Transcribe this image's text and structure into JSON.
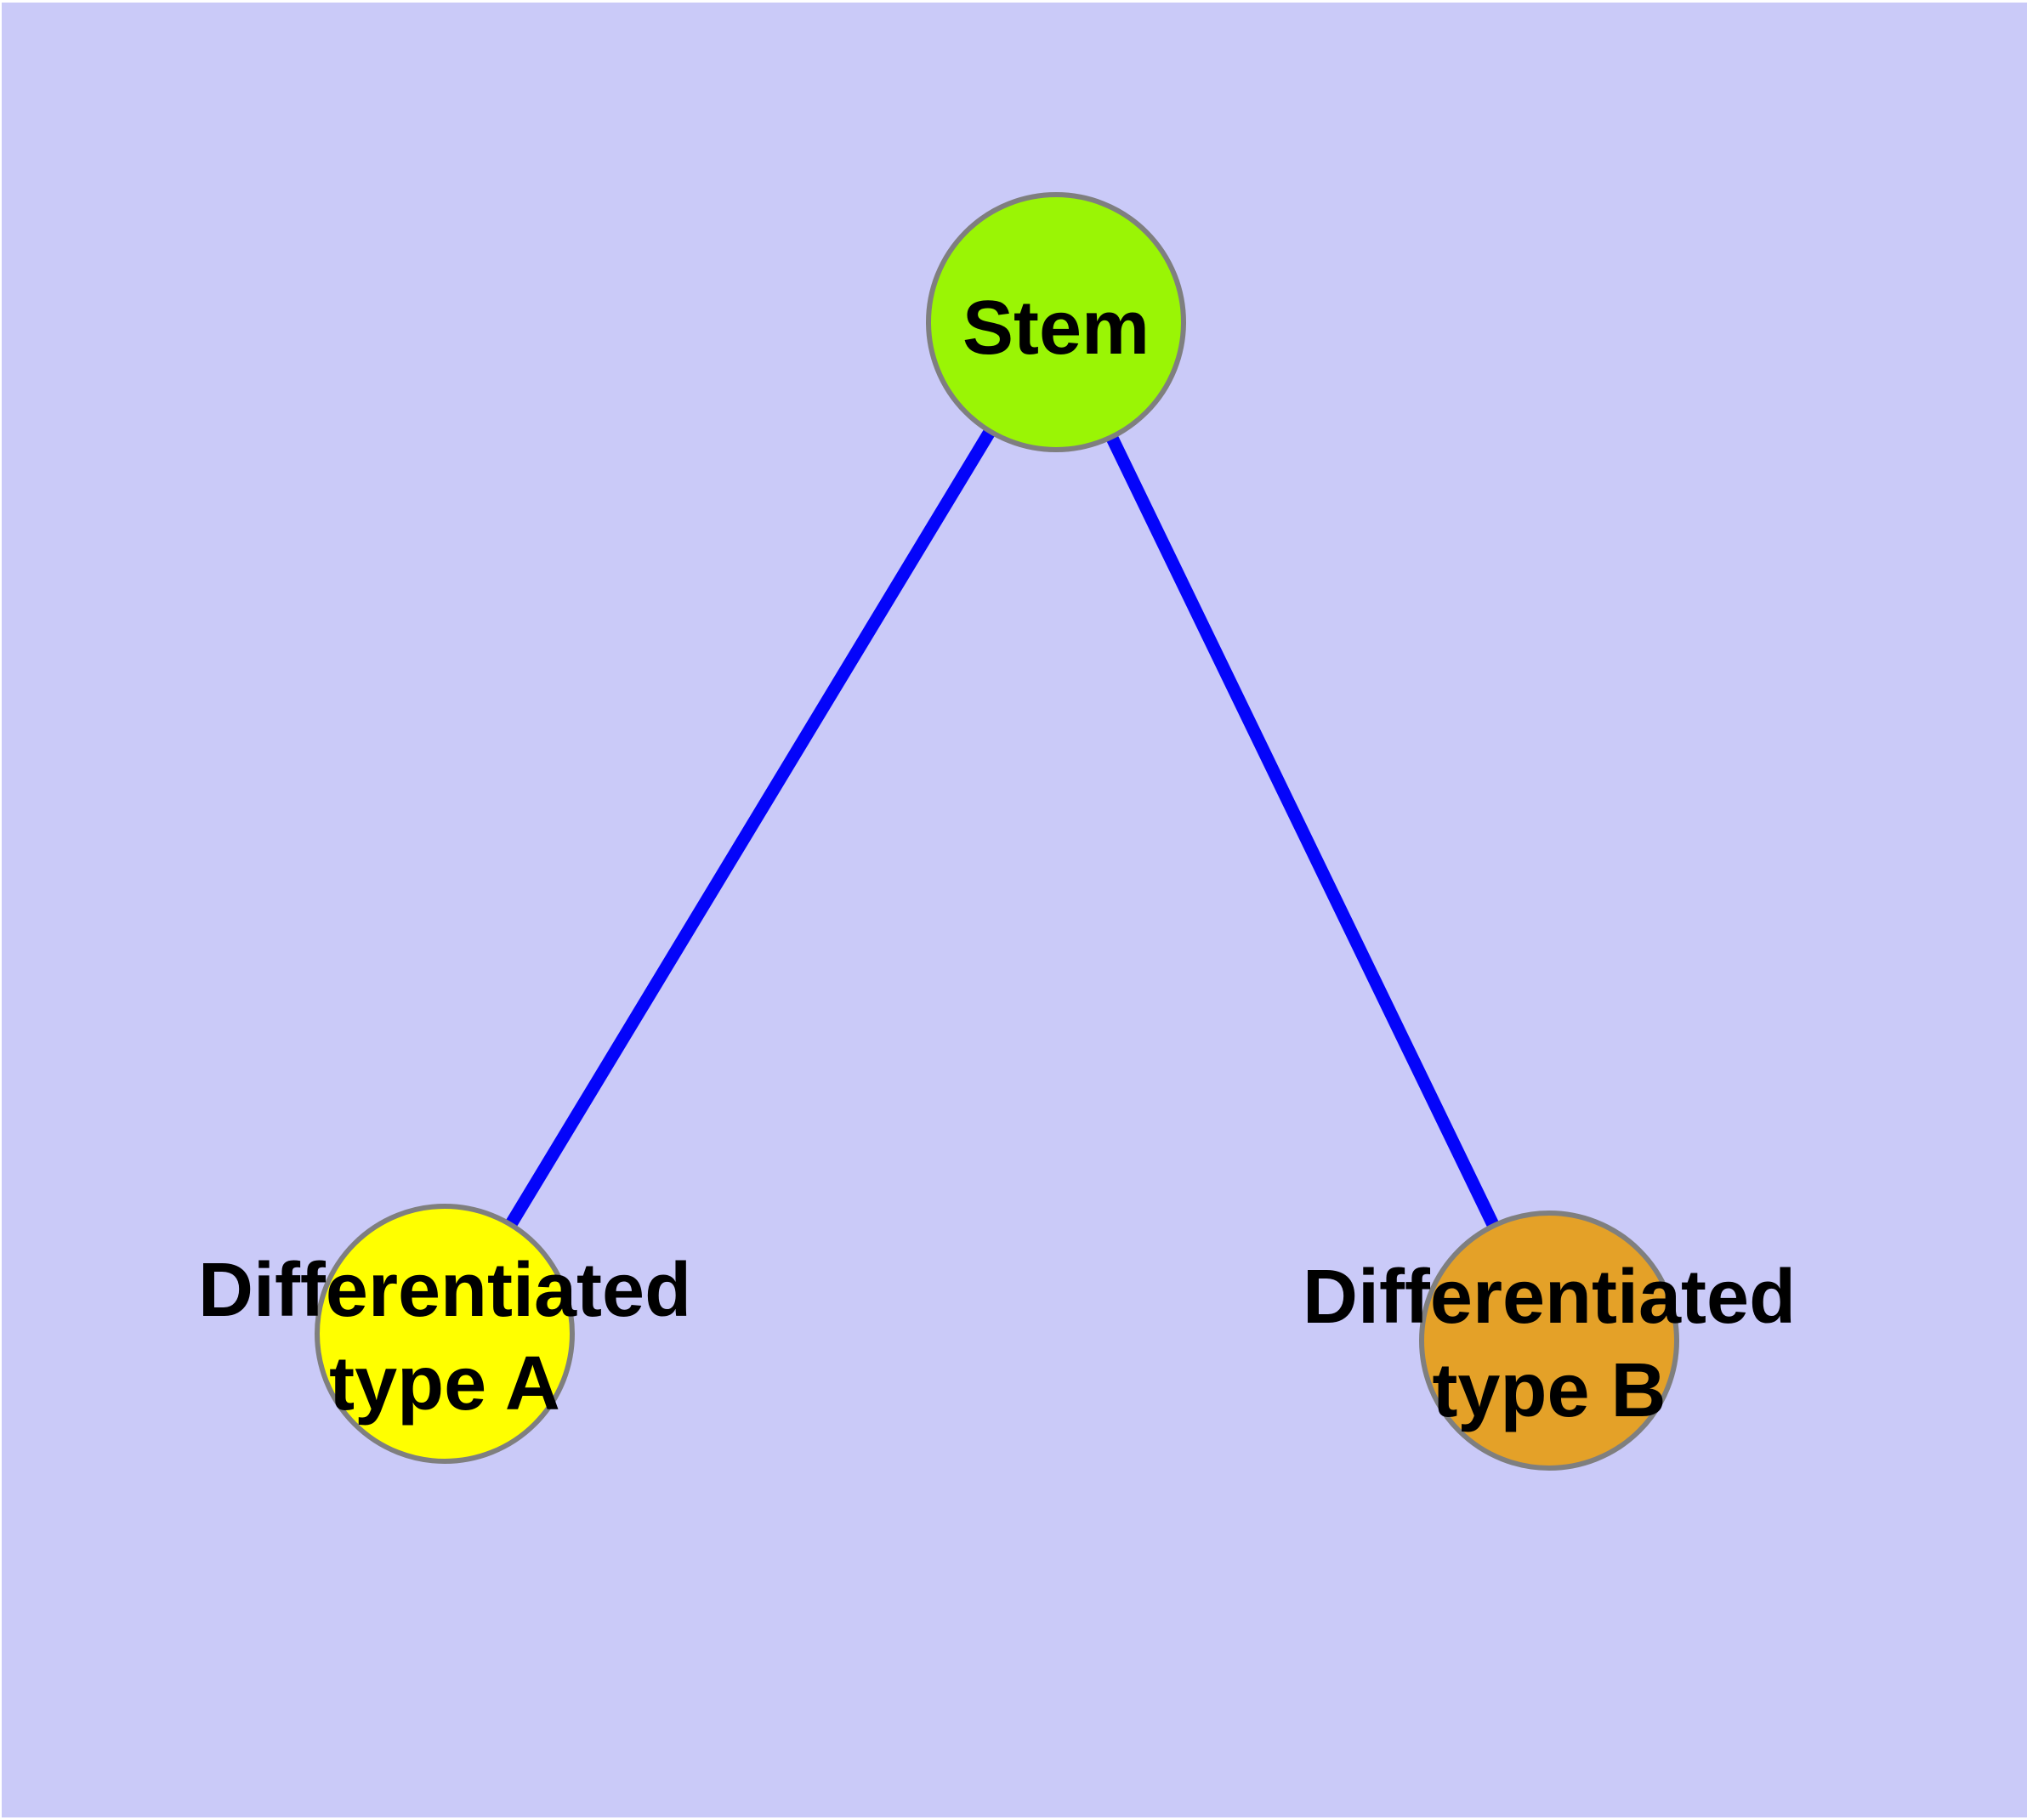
{
  "diagram": {
    "type": "graph",
    "background_color": "#cacaf8",
    "page_margin_color": "#ffffff",
    "edge_color": "#0404fa",
    "node_border_color": "#7f7f7f",
    "label_color": "#000000",
    "nodes": [
      {
        "id": "stem",
        "label": "Stem",
        "label_lines": [
          "Stem"
        ],
        "fill_color": "#9af505"
      },
      {
        "id": "differentiated-type-a",
        "label": "Differentiated type A",
        "label_lines": [
          "Differentiated",
          "type A"
        ],
        "fill_color": "#ffff00"
      },
      {
        "id": "differentiated-type-b",
        "label": "Differentiated type B",
        "label_lines": [
          "Differentiated",
          "type B"
        ],
        "fill_color": "#e4a128"
      }
    ],
    "edges": [
      {
        "from": "Stem",
        "to": "Differentiated type A"
      },
      {
        "from": "Stem",
        "to": "Differentiated type B"
      }
    ]
  }
}
